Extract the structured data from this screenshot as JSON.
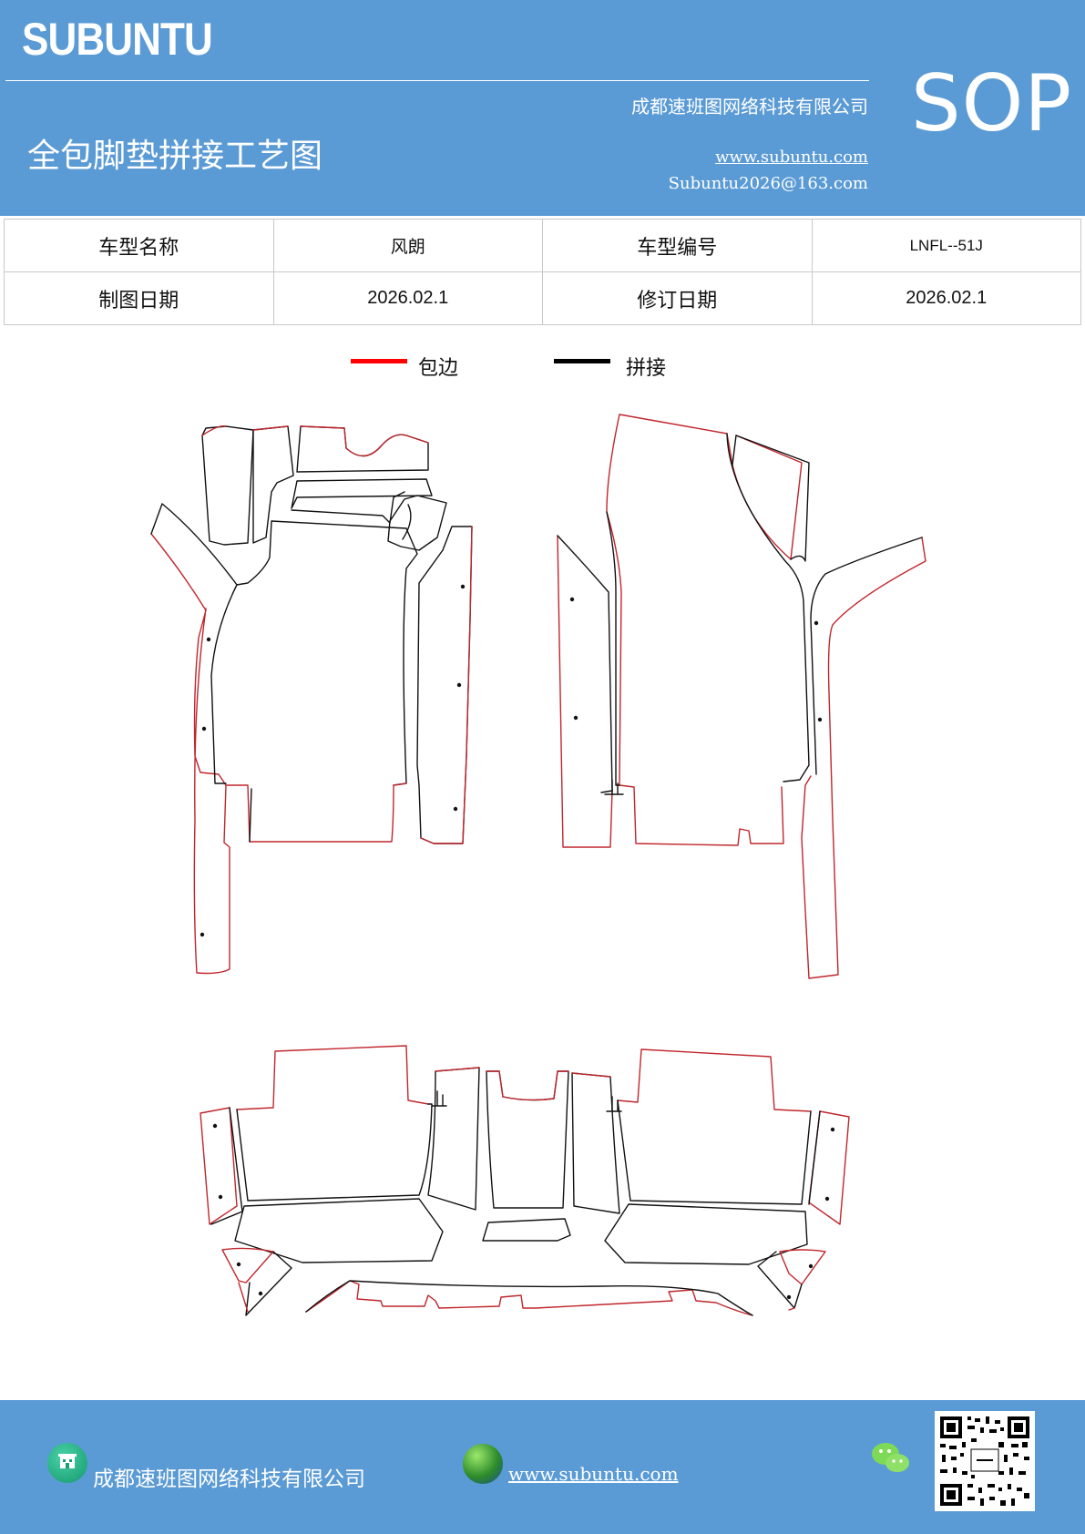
{
  "header": {
    "brand": "SUBUNTU",
    "company": "成都速班图网络科技有限公司",
    "title": "全包脚垫拼接工艺图",
    "website": "www.subuntu.com",
    "email": "Subuntu2026@163.com",
    "doc_type": "SOP"
  },
  "info_table": {
    "row1": {
      "label1": "车型名称",
      "value1": "风朗",
      "label2": "车型编号",
      "value2": "LNFL--51J"
    },
    "row2": {
      "label1": "制图日期",
      "value1": "2026.02.1",
      "label2": "修订日期",
      "value2": "2026.02.1"
    }
  },
  "legend": {
    "edge": {
      "label": "包边",
      "color": "#ff0000"
    },
    "splice": {
      "label": "拼接",
      "color": "#000000"
    }
  },
  "colors": {
    "brand_blue": "#5b9bd5",
    "edge_red": "#c0262d",
    "splice_black": "#111111"
  },
  "footer": {
    "company": "成都速班图网络科技有限公司",
    "website": "www.subuntu.com",
    "icons": [
      "building-icon",
      "globe-icon",
      "wechat-icon",
      "qr-code"
    ]
  }
}
